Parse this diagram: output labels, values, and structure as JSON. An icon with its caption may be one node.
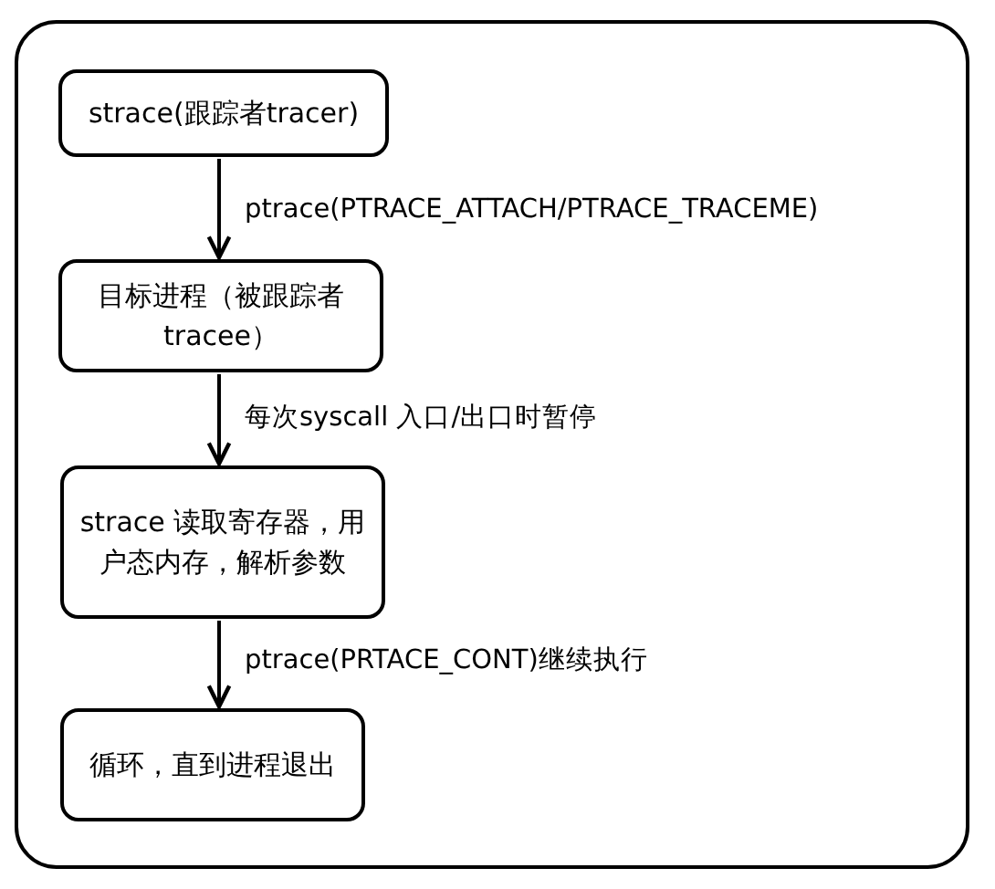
{
  "diagram": {
    "nodes": [
      {
        "text": [
          "strace(跟踪者tracer)"
        ]
      },
      {
        "text": [
          "目标进程（被跟踪者tracee）"
        ]
      },
      {
        "text": [
          "strace 读取寄存器，用户态内存，解析参数"
        ]
      },
      {
        "text": [
          "循环，直到进程退出"
        ]
      }
    ],
    "edges": [
      {
        "from": 0,
        "to": 1,
        "arrow": "to",
        "label": "ptrace(PTRACE_ATTACH/PTRACE_TRACEME)"
      },
      {
        "from": 1,
        "to": 2,
        "arrow": "to",
        "label": "每次syscall 入口/出口时暂停"
      },
      {
        "from": 2,
        "to": 3,
        "arrow": "to",
        "label": "ptrace(PRTACE_CONT)继续执行"
      }
    ]
  }
}
